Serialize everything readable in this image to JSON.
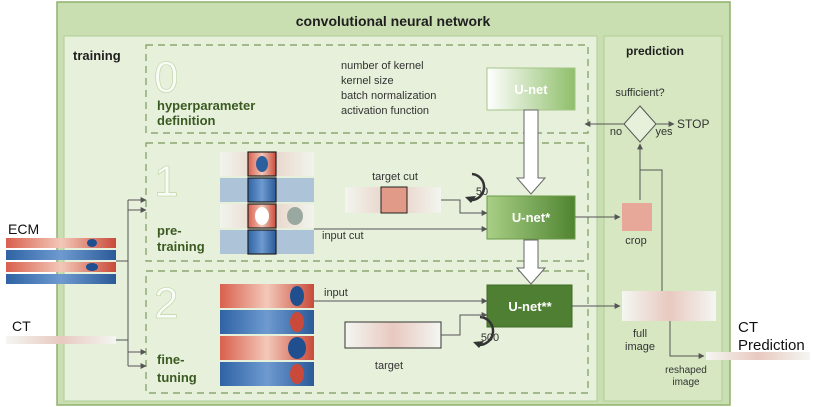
{
  "title": "convolutional neural network",
  "training": {
    "label": "training",
    "step0": {
      "number": "0",
      "label_line1": "hyperparameter",
      "label_line2": "definition",
      "params": [
        "number of kernel",
        "kernel size",
        "batch normalization",
        "activation function"
      ],
      "box": "U-net"
    },
    "step1": {
      "number": "1",
      "label_line1": "pre-",
      "label_line2": "training",
      "target": "target cut",
      "input": "input cut",
      "epochs": "50",
      "box": "U-net*"
    },
    "step2": {
      "number": "2",
      "label_line1": "fine-",
      "label_line2": "tuning",
      "input": "input",
      "target": "target",
      "epochs": "500",
      "box": "U-net**"
    }
  },
  "prediction": {
    "label": "prediction",
    "question": "sufficient?",
    "no": "no",
    "yes": "yes",
    "stop": "STOP",
    "crop": "crop",
    "full_line1": "full",
    "full_line2": "image",
    "reshaped_line1": "reshaped",
    "reshaped_line2": "image"
  },
  "inputs": {
    "ecm": "ECM",
    "ct": "CT"
  },
  "output": {
    "line1": "CT",
    "line2": "Prediction"
  },
  "colors": {
    "outer_bg": "#c9deb1",
    "outer_border": "#8fb16b",
    "panel_bg": "#e6f0da",
    "dash": "#7a9a5c",
    "box_light": "#c2dca4",
    "box_mid": "#6c9a48",
    "box_dark": "#4a7a2c",
    "text_green": "#3b5a22",
    "map_red": "#c8493a",
    "map_blue": "#2c5f9e"
  }
}
